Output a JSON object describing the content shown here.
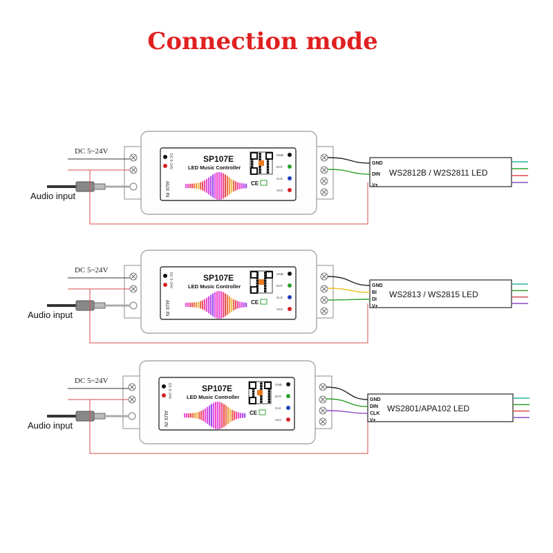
{
  "title": "Connection mode",
  "controller": {
    "model": "SP107E",
    "subtitle": "LED Music Controller",
    "dc_label": "DC 5~24V",
    "aux_label": "AUX IN",
    "ce_mark": "CE",
    "pins": [
      "GND",
      "DAT",
      "CLK",
      "VCC"
    ],
    "pin_colors": [
      "#111111",
      "#2ca02c",
      "#1f3fbf",
      "#d62020"
    ]
  },
  "wire_colors": {
    "red": "#d94a4a",
    "black": "#222222",
    "green": "#2ca02c",
    "yellow": "#e8c020",
    "blue": "#4a4ad0",
    "purple": "#8a4ac8",
    "teal": "#2bb0a0"
  },
  "rows": [
    {
      "dc_label": "DC 5~24V",
      "audio_label": "Audio input",
      "strip_label": "WS2812B / W2S2811 LED",
      "strip_pins": [
        "GND",
        "DIN",
        "V+"
      ]
    },
    {
      "dc_label": "DC 5~24V",
      "audio_label": "Audio input",
      "strip_label": "WS2813 / WS2815 LED",
      "strip_pins": [
        "GND",
        "BI",
        "DI",
        "V+"
      ]
    },
    {
      "dc_label": "DC 5~24V",
      "audio_label": "Audio input",
      "strip_label": "WS2801/APA102  LED",
      "strip_pins": [
        "GND",
        "DIN",
        "CLK",
        "V+"
      ]
    }
  ]
}
